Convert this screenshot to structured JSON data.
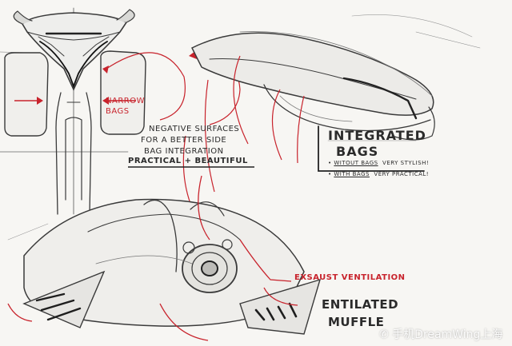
{
  "annotations": {
    "narrow_bags": "NARROW BAGS",
    "negative_surfaces_1": "NEGATIVE SURFACES",
    "negative_surfaces_2": "FOR A BETTER SIDE",
    "negative_surfaces_3": "BAG INTEGRATION",
    "practical_beautiful": "PRACTICAL + BEAUTIFUL",
    "integrated_bags_1": "INTEGRATED",
    "integrated_bags_2": "BAGS",
    "without_bags": "WITOUT BAGS",
    "without_bags_note": "VERY STYLISH!",
    "with_bags": "WITH BAGS",
    "with_bags_note": "VERY PRACTICAL!",
    "exhaust_ventilation": "EXSAUST VENTILATION",
    "ventilated_muffler_1": "ENTILATED",
    "ventilated_muffler_2": "MUFFLE"
  },
  "watermark": "手机DreamWing上海",
  "colors": {
    "paper": "#f7f6f3",
    "pencil": "#3a3a3a",
    "accent_red": "#c8232c"
  }
}
